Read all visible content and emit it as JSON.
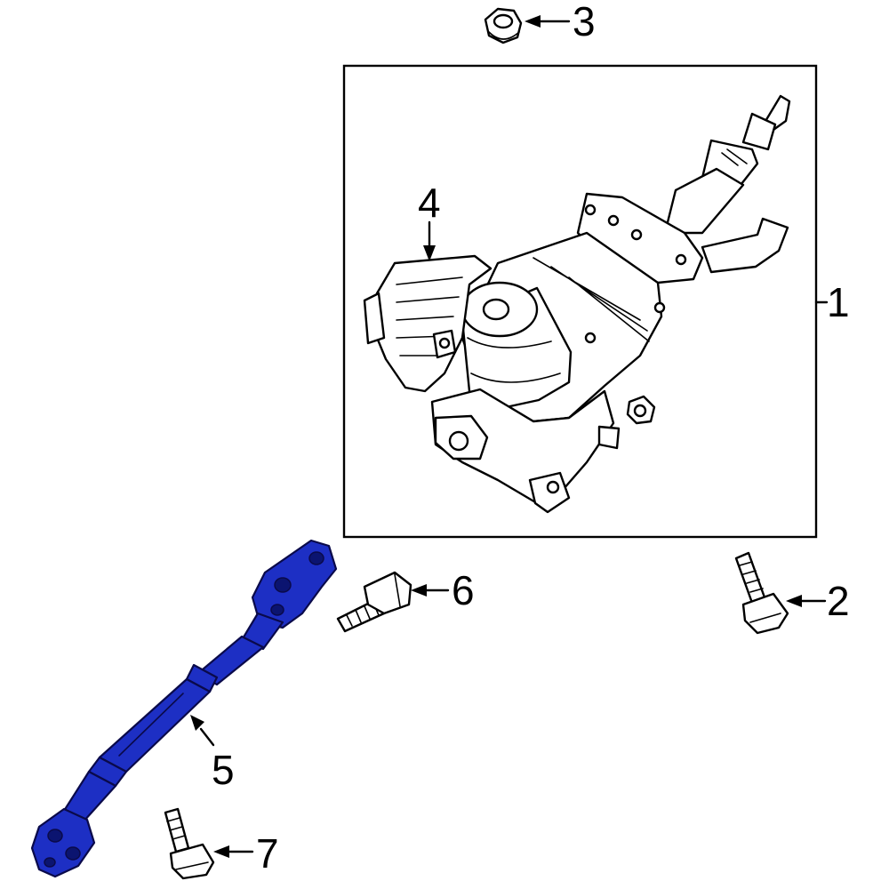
{
  "diagram": {
    "highlight_color": "#1d2fc4",
    "line_color": "#000000",
    "background_color": "#ffffff",
    "callouts": [
      {
        "id": "c1",
        "label": "1",
        "part": "steering-column-assembly"
      },
      {
        "id": "c2",
        "label": "2",
        "part": "column-mount-bolt"
      },
      {
        "id": "c3",
        "label": "3",
        "part": "column-mount-nut"
      },
      {
        "id": "c4",
        "label": "4",
        "part": "control-module"
      },
      {
        "id": "c5",
        "label": "5",
        "part": "intermediate-shaft"
      },
      {
        "id": "c6",
        "label": "6",
        "part": "shaft-pinch-bolt-upper"
      },
      {
        "id": "c7",
        "label": "7",
        "part": "shaft-pinch-bolt-lower"
      }
    ]
  }
}
